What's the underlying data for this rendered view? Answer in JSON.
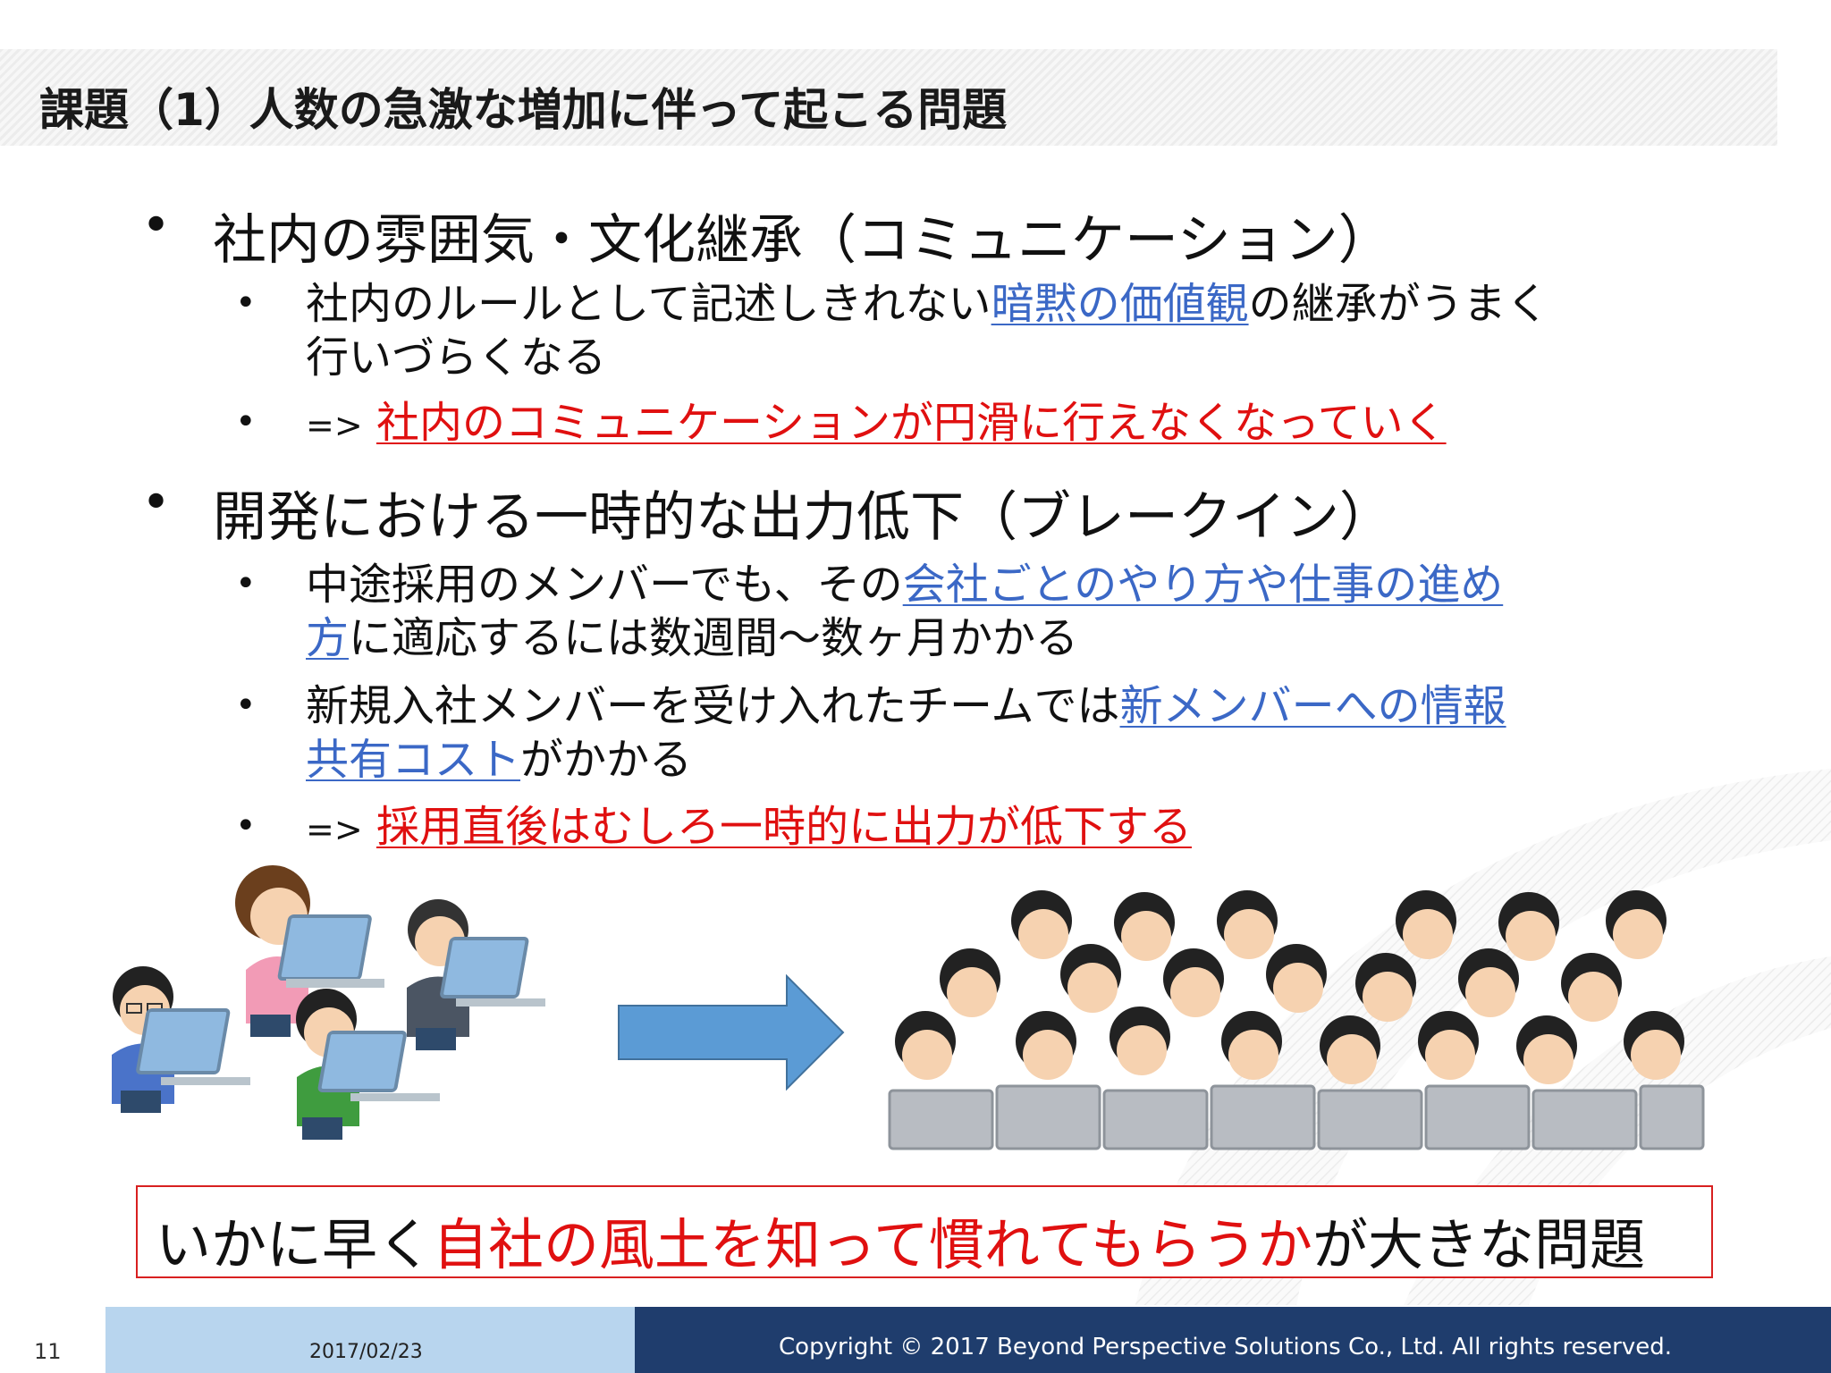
{
  "title": "課題（1）人数の急激な増加に伴って起こる問題",
  "bullets": {
    "b1": "社内の雰囲気・文化継承（コミュニケーション）",
    "b1_1a": "社内のルールとして記述しきれない",
    "b1_1link": "暗黙の価値観",
    "b1_1b": "の継承がうまく",
    "b1_1c": "行いづらくなる",
    "b1_2arrow": "=>",
    "b1_2red": "社内のコミュニケーションが円滑に行えなくなっていく",
    "b2": "開発における一時的な出力低下（ブレークイン）",
    "b2_1a": "中途採用のメンバーでも、その",
    "b2_1link1": "会社ごとのやり方や仕事の進め",
    "b2_1link2": "方",
    "b2_1b": "に適応するには数週間～数ヶ月かかる",
    "b2_2a": "新規入社メンバーを受け入れたチームでは",
    "b2_2link1": "新メンバーへの情報",
    "b2_2link2": "共有コスト",
    "b2_2b": "がかかる",
    "b2_3arrow": "=>",
    "b2_3red": "採用直後はむしろ一時的に出力が低下する"
  },
  "callout": {
    "part1": "いかに早く",
    "part2": "自社の風土を知って慣れてもらうか",
    "part3": "が大きな問題"
  },
  "footer": {
    "page": "11",
    "date": "2017/02/23",
    "copyright": "Copyright © 2017 Beyond Perspective Solutions Co., Ltd. All rights reserved."
  },
  "colors": {
    "accent_blue": "#3b68c6",
    "accent_red": "#e01010",
    "footer_dark": "#1f3d6d",
    "footer_light": "#b8d5ee",
    "arrow": "#5b9bd5"
  }
}
